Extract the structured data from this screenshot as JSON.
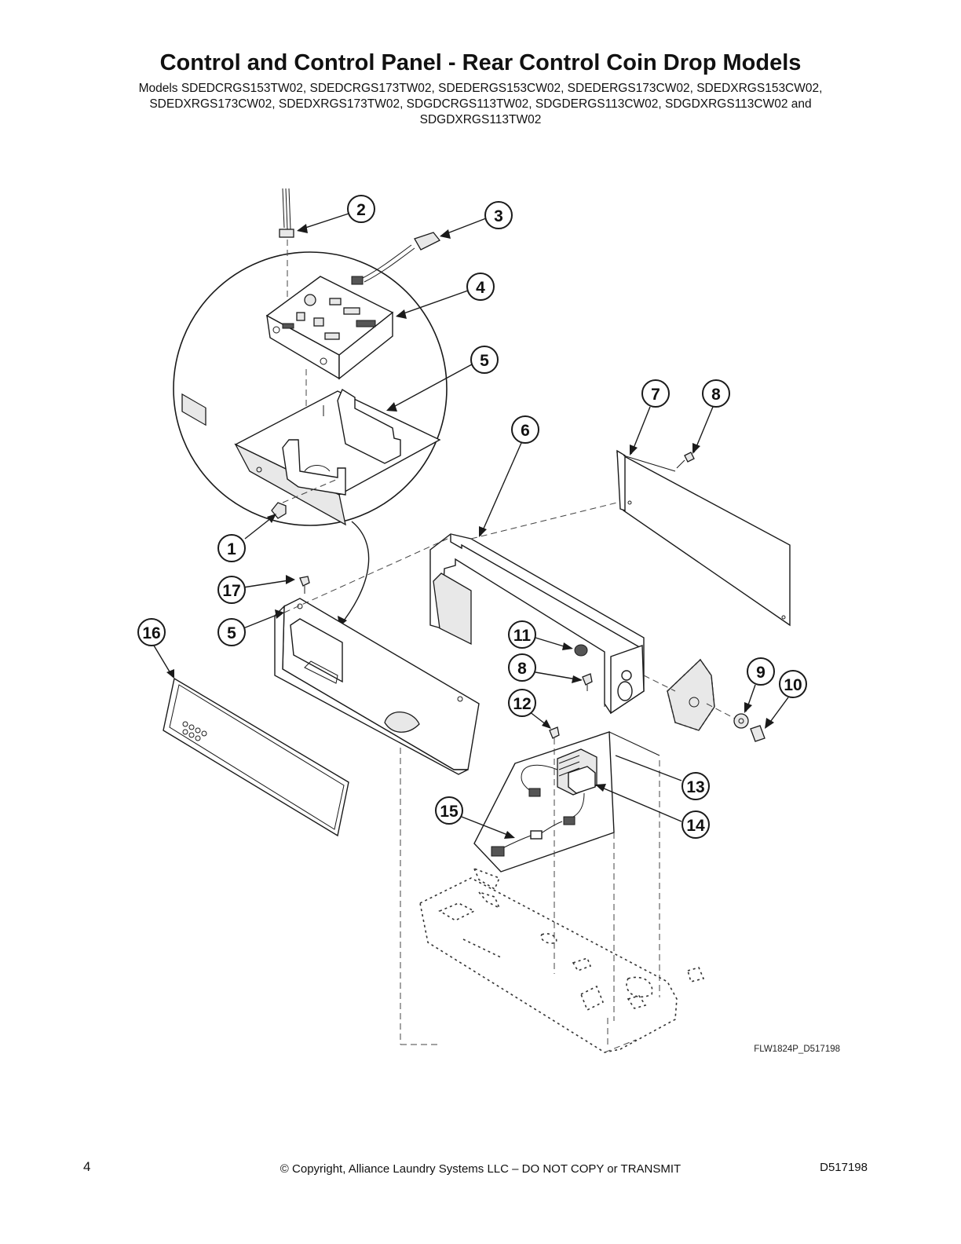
{
  "header": {
    "title": "Control and Control Panel - Rear Control Coin Drop Models",
    "models_lines": [
      "Models SDEDCRGS153TW02, SDEDCRGS173TW02, SDEDERGS153CW02, SDEDERGS173CW02, SDEDXRGS153CW02,",
      "SDEDXRGS173CW02, SDEDXRGS173TW02, SDGDCRGS113TW02, SDGDERGS113CW02, SDGDXRGS113CW02 and",
      "SDGDXRGS113TW02"
    ]
  },
  "diagram": {
    "figure_code": "FLW1824P_D517198",
    "callouts": [
      "1",
      "2",
      "3",
      "4",
      "5",
      "5",
      "6",
      "7",
      "8",
      "8",
      "9",
      "10",
      "11",
      "12",
      "13",
      "14",
      "15",
      "16",
      "17"
    ],
    "icons": [
      "control-board-icon",
      "wire-harness-icon",
      "bracket-icon",
      "screw-icon",
      "transformer-icon"
    ]
  },
  "footer": {
    "page_number": "4",
    "copyright": "© Copyright, Alliance Laundry Systems LLC – DO NOT COPY or TRANSMIT",
    "doc_number": "D517198"
  }
}
